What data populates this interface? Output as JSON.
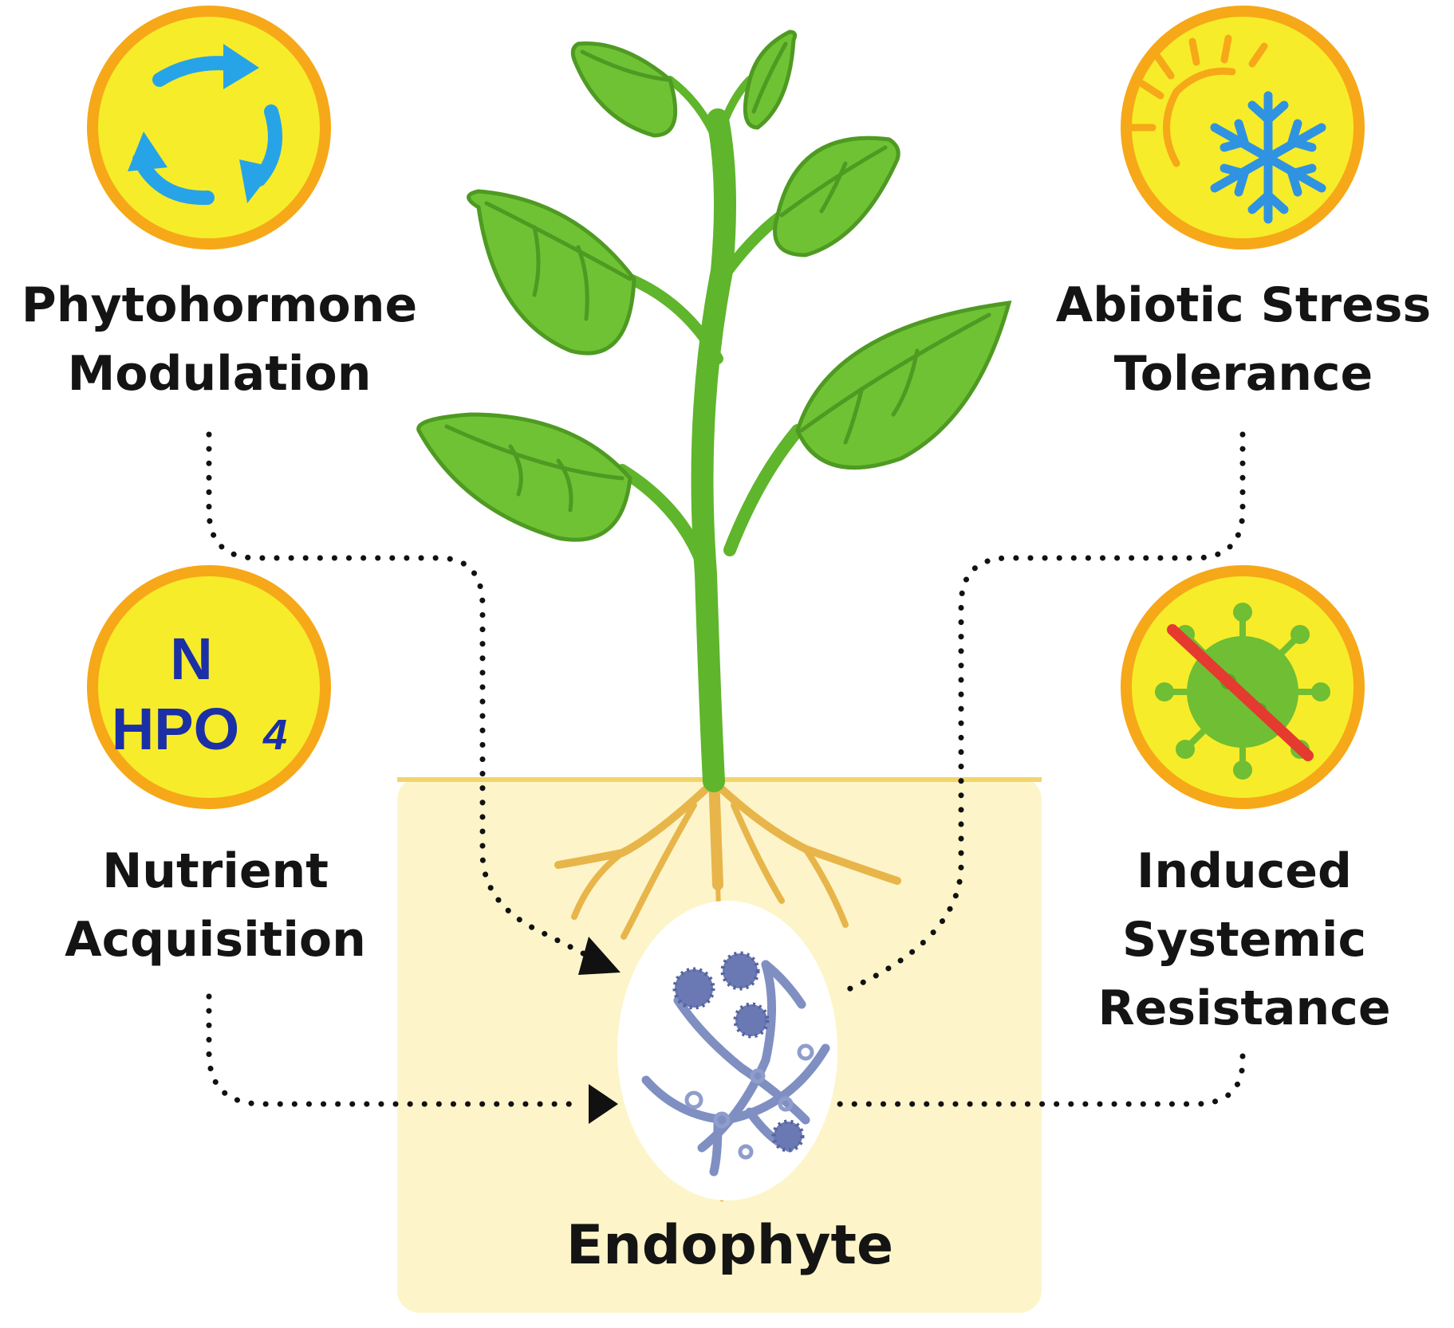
{
  "diagram": {
    "benefits": [
      {
        "lines": [
          "Phytohormone",
          "Modulation"
        ],
        "icon": "recycle-arrows-icon"
      },
      {
        "lines": [
          "Abiotic Stress",
          "Tolerance"
        ],
        "icon": "sun-snowflake-icon"
      },
      {
        "lines": [
          "Nutrient",
          "Acquisition"
        ],
        "icon": "nutrient-chemistry-icon"
      },
      {
        "lines": [
          "Induced",
          "Systemic",
          "Resistance"
        ],
        "icon": "no-pathogen-icon"
      }
    ],
    "center_label": "Endophyte",
    "nutrient_icon_text": {
      "n": "N",
      "hpo4": "HPO",
      "sub": "4"
    },
    "colors": {
      "leaf": "#6fc234",
      "leaf_dark": "#4e9a22",
      "stem": "#5fb52b",
      "root": "#e8b54a",
      "soil": "#fdf5c9",
      "soil_edge": "#f2d56a",
      "icon_ring": "#f6a818",
      "icon_fill": "#f7ec2a",
      "arrow_blue": "#27a4e8",
      "snow_blue": "#2f93e2",
      "pathogen_green": "#6fbe34",
      "ban_red": "#e43a2f",
      "fungus": "#7f8fc2"
    }
  }
}
